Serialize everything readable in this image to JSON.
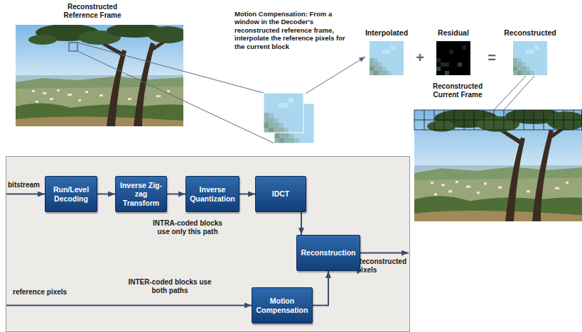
{
  "diagram": {
    "nodes": [
      {
        "text": [
          "bitstream",
          "INTRA-coded blocks use only this path",
          "Reconstructed pixels",
          "reference pixels",
          "INTER-coded blocks use both paths"
        ]
      },
      {
        "text": [
          "Run/Level Decoding"
        ],
        "in": 0
      },
      {
        "text": [
          "Inverse Zig-zag Transform"
        ],
        "in": 0
      },
      {
        "text": [
          "Inverse Quantization"
        ],
        "in": 0
      },
      {
        "text": [
          "IDCT"
        ],
        "in": 0
      },
      {
        "text": [
          "Reconstruction"
        ],
        "in": 0
      },
      {
        "text": [
          "Motion Compensation"
        ],
        "in": 0
      }
    ],
    "edges": [
      {
        "from": 1,
        "to": 2,
        "arrow": "to"
      },
      {
        "from": 2,
        "to": 3,
        "arrow": "to"
      },
      {
        "from": 3,
        "to": 4,
        "arrow": "to"
      },
      {
        "from": 4,
        "to": 5,
        "arrow": "to"
      },
      {
        "from": 6,
        "to": 5,
        "arrow": "to"
      }
    ],
    "labels": [
      "Reconstructed Reference Frame",
      "Motion Compensation: From a window in the Decoder's reconstructed reference frame, interpolate the reference pixels for the current block",
      "Interpolated",
      "+",
      "Residual",
      "=",
      "Reconstructed",
      "Reconstructed Current Frame"
    ]
  }
}
